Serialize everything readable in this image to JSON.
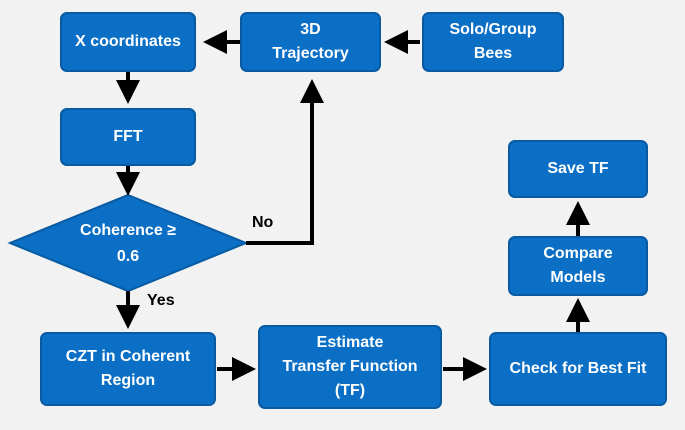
{
  "nodes": {
    "x_coordinates": {
      "lines": [
        "X coordinates"
      ]
    },
    "trajectory": {
      "lines": [
        "3D",
        "Trajectory"
      ]
    },
    "bees": {
      "lines": [
        "Solo/Group",
        "Bees"
      ]
    },
    "fft": {
      "lines": [
        "FFT"
      ]
    },
    "coherence": {
      "lines": [
        "Coherence ≥",
        "0.6"
      ]
    },
    "czt": {
      "lines": [
        "CZT in Coherent",
        "Region"
      ]
    },
    "estimate_tf": {
      "lines": [
        "Estimate",
        "Transfer Function",
        "(TF)"
      ]
    },
    "best_fit": {
      "lines": [
        "Check for Best Fit"
      ]
    },
    "compare_models": {
      "lines": [
        "Compare",
        "Models"
      ]
    },
    "save_tf": {
      "lines": [
        "Save TF"
      ]
    }
  },
  "edge_labels": {
    "no": "No",
    "yes": "Yes"
  },
  "colors": {
    "node_fill": "#0b6fc5",
    "node_border": "#085aa3",
    "node_text": "#ffffff",
    "arrow": "#000000",
    "background": "#f2f2f2"
  }
}
